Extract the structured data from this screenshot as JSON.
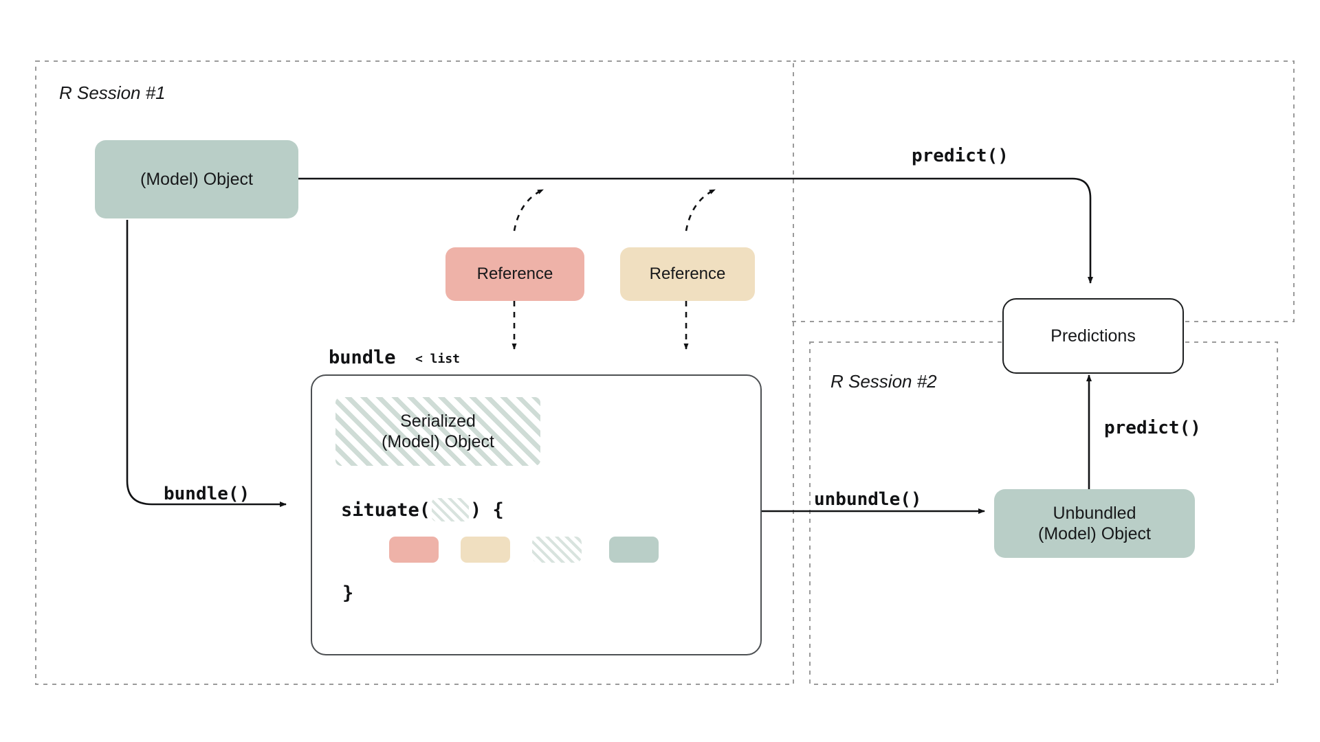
{
  "palette": {
    "model_green": "#b9cec7",
    "reference_red": "#eeb2a8",
    "reference_tan": "#f0dfc0",
    "hatch_green": "#cfdcd6",
    "frame_dash": "#9a9a9a",
    "ink": "#17181a",
    "background": "#ffffff"
  },
  "frames": {
    "session1": {
      "label": "R Session #1"
    },
    "session2": {
      "label": "R Session #2"
    }
  },
  "nodes": {
    "model_object": {
      "label": "(Model) Object"
    },
    "reference_red": {
      "label": "Reference"
    },
    "reference_tan": {
      "label": "Reference"
    },
    "serialized_object": {
      "line1": "Serialized",
      "line2": "(Model) Object"
    },
    "predictions": {
      "label": "Predictions"
    },
    "unbundled_object": {
      "line1": "Unbundled",
      "line2": "(Model) Object"
    }
  },
  "bundle_block": {
    "title_main": "bundle",
    "title_type": "< list",
    "situate_open": "situate(",
    "situate_close": ") {",
    "close_brace": "}",
    "chips": [
      {
        "name": "chip-reference-red",
        "fill": "#eeb2a8",
        "style": "solid"
      },
      {
        "name": "chip-reference-tan",
        "fill": "#f0dfc0",
        "style": "solid"
      },
      {
        "name": "chip-serialized",
        "fill": "#cfdcd6",
        "style": "hatched"
      },
      {
        "name": "chip-model",
        "fill": "#b9cec7",
        "style": "solid"
      }
    ]
  },
  "edges": {
    "bundle_call": "bundle()",
    "unbundle_call": "unbundle()",
    "predict_session1": "predict()",
    "predict_session2": "predict()"
  }
}
